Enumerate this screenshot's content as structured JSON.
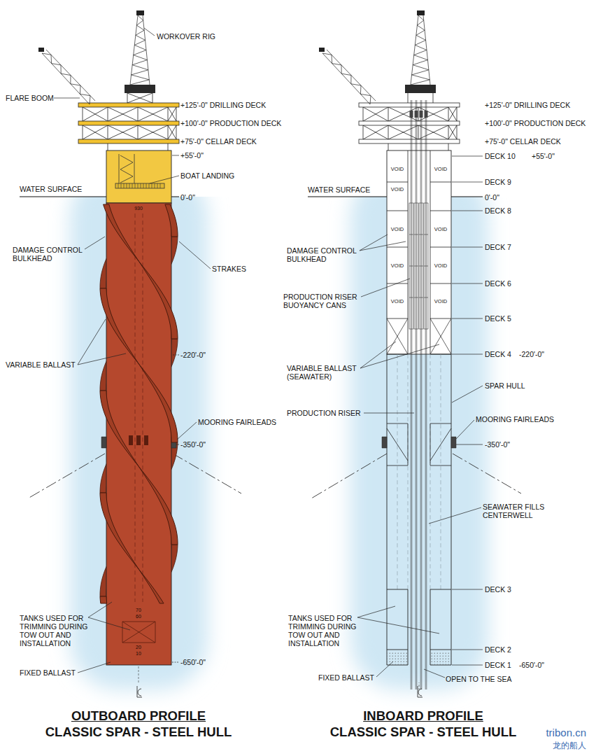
{
  "diagram": {
    "labels": [
      "WORKOVER RIG",
      "FLARE BOOM",
      "+125'-0\" DRILLING DECK",
      "+100'-0\" PRODUCTION DECK",
      "+75'-0\" CELLAR DECK",
      "+55'-0\"",
      "BOAT LANDING",
      "WATER SURFACE",
      "0'-0\"",
      "930",
      "DAMAGE CONTROL BULKHEAD",
      "STRAKES",
      "-220'-0\"",
      "VARIABLE BALLAST",
      "MOORING FAIRLEADS",
      "-350'-0\"",
      "70",
      "60",
      "TANKS USED FOR TRIMMING DURING TOW OUT AND INSTALLATION",
      "20",
      "10",
      "-650'-0\"",
      "FIXED BALLAST",
      "+125'-0\" DRILLING DECK",
      "+100'-0\" PRODUCTION DECK",
      "+75'-0\" CELLAR DECK",
      "DECK 10",
      "+55'-0\"",
      "VOID",
      "VOID",
      "DECK 9",
      "VOID",
      "WATER SURFACE",
      "0'-0\"",
      "DECK 8",
      "VOID",
      "VOID",
      "DECK 7",
      "DAMAGE CONTROL BULKHEAD",
      "VOID",
      "VOID",
      "DECK 6",
      "VOID",
      "PRODUCTION RISER BUOYANCY CANS",
      "VOID",
      "DECK 5",
      "DECK 4",
      "-220'-0\"",
      "VARIABLE BALLAST (SEAWATER)",
      "SPAR HULL",
      "PRODUCTION RISER",
      "MOORING FAIRLEADS",
      "-350'-0\"",
      "SEAWATER FILLS CENTERWELL",
      "DECK 3",
      "TANKS USED FOR TRIMMING DURING TOW OUT AND INSTALLATION",
      "DECK 2",
      "DECK 1",
      "-650'-0\"",
      "FIXED BALLAST",
      "OPEN TO THE SEA",
      "OUTBOARD PROFILE",
      "CLASSIC SPAR - STEEL HULL",
      "INBOARD PROFILE",
      "CLASSIC SPAR - STEEL HULL",
      "tribon.cn",
      "龙的船人"
    ]
  }
}
